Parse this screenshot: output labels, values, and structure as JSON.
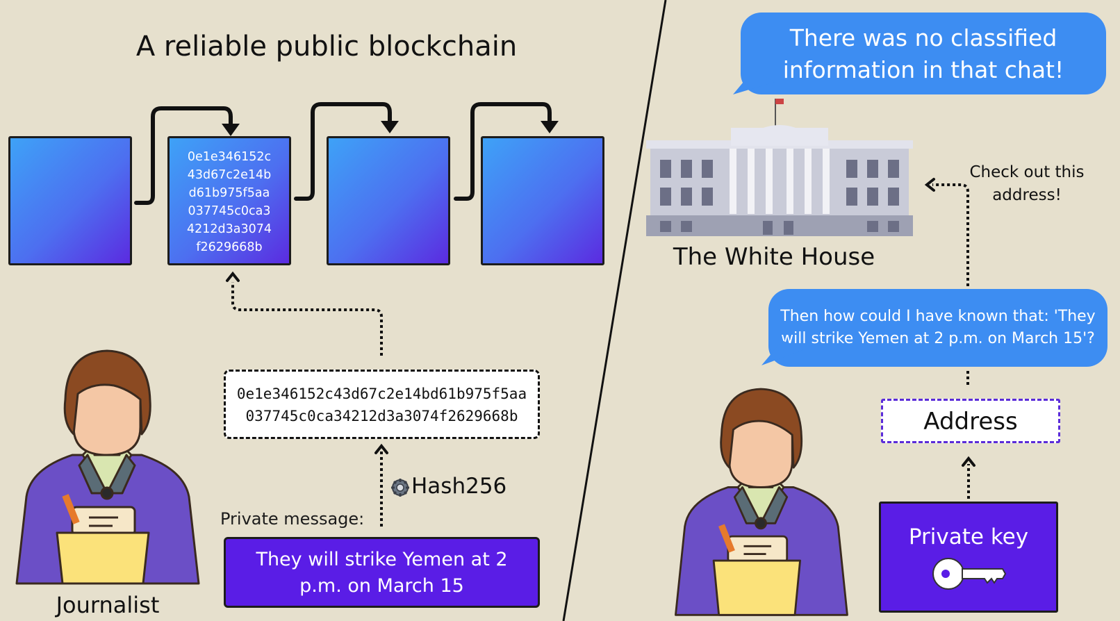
{
  "title": "A reliable public blockchain",
  "blocks": [
    {
      "hash_lines": []
    },
    {
      "hash_lines": [
        "0e1e346152c",
        "43d67c2e14b",
        "d61b975f5aa",
        "037745c0ca3",
        "4212d3a3074",
        "f2629668b"
      ]
    },
    {
      "hash_lines": []
    },
    {
      "hash_lines": []
    }
  ],
  "hash_output": {
    "line1": "0e1e346152c43d67c2e14bd61b975f5aa",
    "line2": "037745c0ca34212d3a3074f2629668b"
  },
  "hash_function": "Hash256",
  "private_message": {
    "label": "Private message:",
    "text": "They will strike Yemen at 2 p.m. on March 15"
  },
  "journalist_label": "Journalist",
  "white_house_label": "The White House",
  "bubble_top": "There was no classified information in that chat!",
  "bubble_bottom": "Then how could I have known that: 'They will strike Yemen at 2 p.m. on March 15'?",
  "check_note": "Check out this address!",
  "address_label": "Address",
  "private_key_label": "Private key",
  "colors": {
    "background": "#e6e0cd",
    "block_gradient_start": "#3ea2f7",
    "block_gradient_end": "#5b2be0",
    "purple_box": "#5a1de6",
    "bubble": "#3d8df2"
  },
  "icons": [
    "gear-icon",
    "key-icon",
    "journalist-avatar",
    "white-house-illustration"
  ]
}
